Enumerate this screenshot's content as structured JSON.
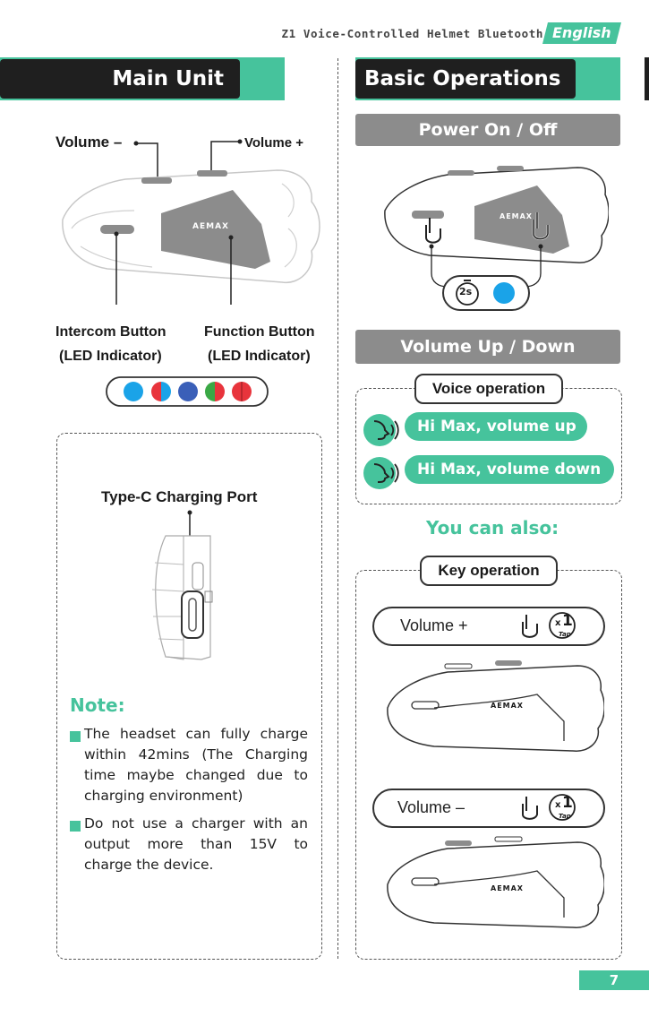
{
  "header": {
    "title": "Z1 Voice-Controlled Helmet Bluetooth",
    "language": "English"
  },
  "left": {
    "section_title": "Main Unit",
    "volume_minus_label": "Volume –",
    "volume_plus_label": "Volume +",
    "intercom_label": "Intercom Button",
    "intercom_sub": "(LED Indicator)",
    "function_label": "Function Button",
    "function_sub": "(LED Indicator)",
    "brand": "AEMAX",
    "led_colors": [
      "#1aa3e8",
      "#e8343c",
      "#1aa3e8",
      "#3a5fb8",
      "#3aa845",
      "#e8343c",
      "#e8343c"
    ],
    "charging_label": "Type-C Charging Port",
    "note_title": "Note:",
    "note_1": "The headset can fully charge within 42mins (The Charging time maybe changed due to charging environment)",
    "note_2": "Do not use a charger with an output more than 15V to charge the device."
  },
  "right": {
    "section_title": "Basic Operations",
    "power_title": "Power On / Off",
    "timer_label": "2s",
    "volume_title": "Volume Up / Down",
    "voice_op_label": "Voice operation",
    "speech_1": "Hi Max, volume up",
    "speech_2": "Hi Max, volume down",
    "also_label": "You can also:",
    "key_op_label": "Key operation",
    "vol_plus_key": "Volume +",
    "vol_minus_key": "Volume –",
    "tap_count": "1",
    "tap_x": "x",
    "tap_label": "Tap",
    "brand": "AEMAX",
    "blue_dot": "#1aa3e8"
  },
  "footer": {
    "page_number": "7"
  }
}
